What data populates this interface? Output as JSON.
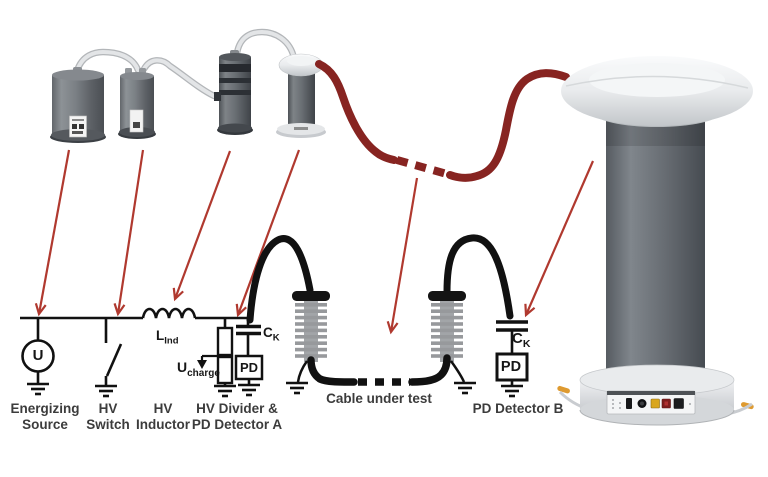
{
  "schematic": {
    "source_symbol": "U",
    "inductor_label": {
      "main": "L",
      "sub": "Ind"
    },
    "charge_label": {
      "main": "U",
      "sub": "charge"
    },
    "coupling_cap_a": {
      "main": "C",
      "sub": "K"
    },
    "coupling_cap_b": {
      "main": "C",
      "sub": "K"
    },
    "pd_box_a": "PD",
    "pd_box_b": "PD",
    "labels": {
      "energizing_source": {
        "line1": "Energizing",
        "line2": "Source"
      },
      "hv_switch": {
        "line1": "HV",
        "line2": "Switch"
      },
      "hv_inductor": {
        "line1": "HV",
        "line2": "Inductor"
      },
      "hv_divider": {
        "line1": "HV Divider &",
        "line2": "PD Detector A"
      },
      "cable_under_test": "Cable under test",
      "pd_detector_b": "PD Detector B"
    }
  },
  "colors": {
    "annotation_arrow": "#b0392f",
    "hv_cable_red": "#872421",
    "circuit_line": "#111111",
    "label_text": "#3c3c3c",
    "shed_gray": "#97999c"
  }
}
